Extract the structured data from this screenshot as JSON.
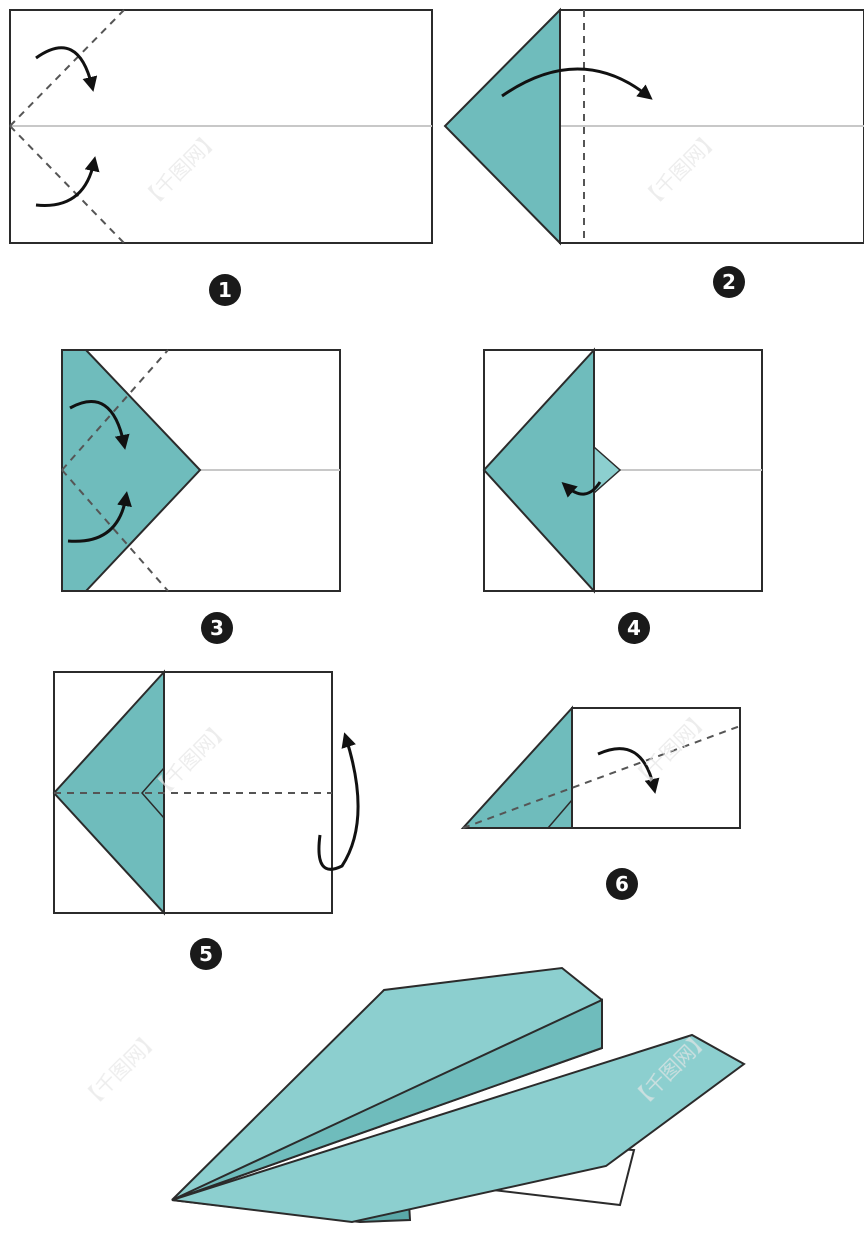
{
  "steps": [
    {
      "number": "1"
    },
    {
      "number": "2"
    },
    {
      "number": "3"
    },
    {
      "number": "4"
    },
    {
      "number": "5"
    },
    {
      "number": "6"
    }
  ],
  "watermark": "【千图网】",
  "colors": {
    "paper": "#ffffff",
    "outline": "#2b2b2b",
    "fold_fill": "#6fbcbc",
    "fold_fill_light": "#8ccfcf",
    "fold_fill_dark": "#5aa9a9",
    "crease": "#c8c8c8",
    "badge": "#1a1a1a"
  }
}
